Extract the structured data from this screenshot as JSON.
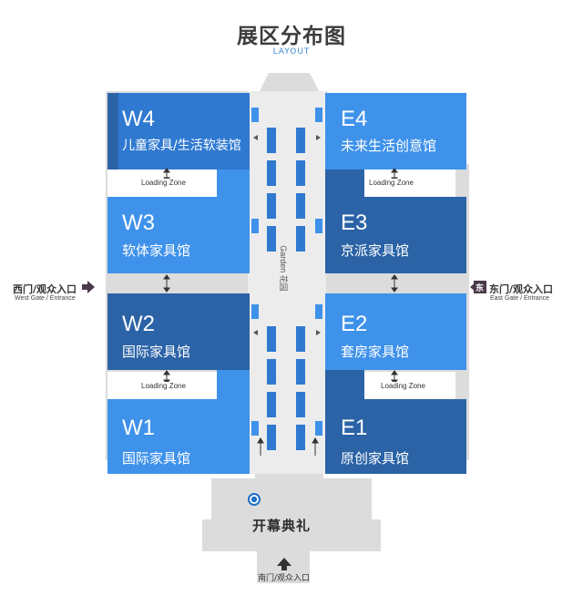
{
  "header": {
    "title": "展区分布图",
    "subtitle": "LAYOUT"
  },
  "halls": {
    "w4": {
      "code": "W4",
      "name": "儿童家具/生活软装馆"
    },
    "w3": {
      "code": "W3",
      "name": "软体家具馆"
    },
    "w2": {
      "code": "W2",
      "name": "国际家具馆"
    },
    "w1": {
      "code": "W1",
      "name": "国际家具馆"
    },
    "e4": {
      "code": "E4",
      "name": "未来生活创意馆"
    },
    "e3": {
      "code": "E3",
      "name": "京派家具馆"
    },
    "e2": {
      "code": "E2",
      "name": "套房家具馆"
    },
    "e1": {
      "code": "E1",
      "name": "原创家具馆"
    }
  },
  "loading_zone": "Loading Zone",
  "corridor": {
    "label": "Garden 花园"
  },
  "gates": {
    "west": {
      "label": "西门/观众入口",
      "sub": "West Gate / Entrance"
    },
    "east": {
      "label": "东门/观众入口",
      "sub": "East Gate / Entrance",
      "badge": "东"
    },
    "south": {
      "label": "南门/观众入口"
    }
  },
  "plaza": {
    "label": "开幕典礼"
  },
  "colors": {
    "hall_dark": "#2b63a6",
    "hall_mid": "#2f79d0",
    "hall_light": "#3f92ea",
    "building_gray": "#dcdcdc",
    "corridor_gray": "#eeeeee",
    "gate_arrow": "#4a3a4a"
  }
}
